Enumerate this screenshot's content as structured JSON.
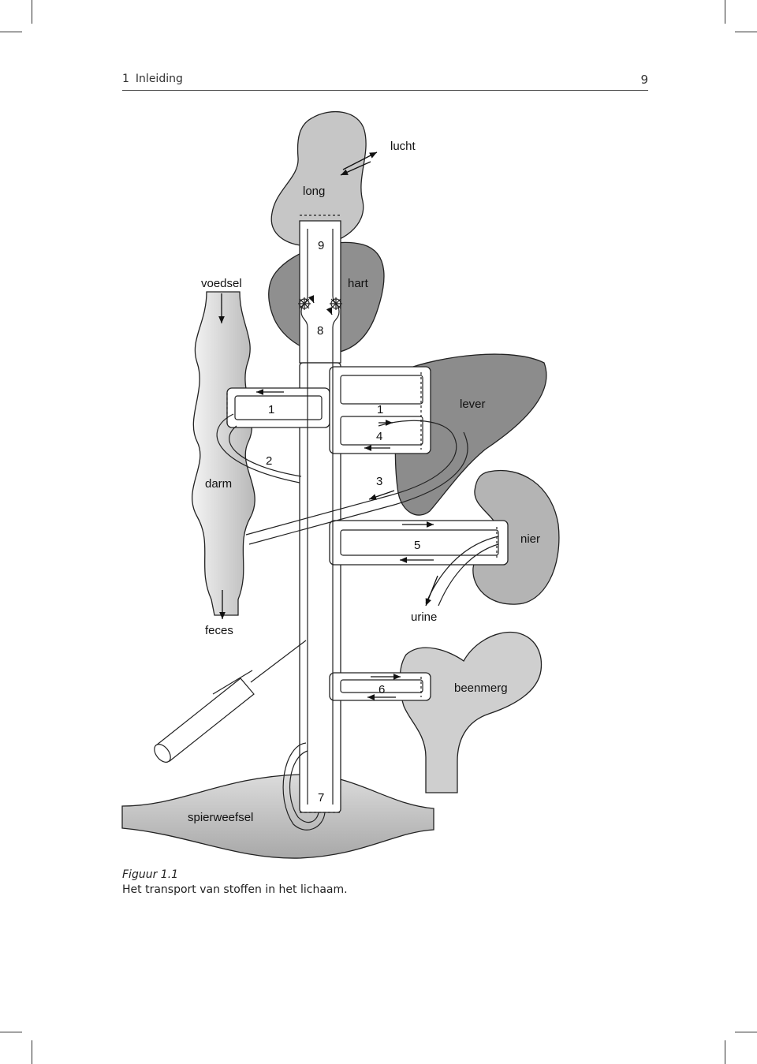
{
  "header": {
    "chapter_number": "1",
    "chapter_title": "Inleiding",
    "page_number": "9"
  },
  "figure": {
    "labels": {
      "lucht": "lucht",
      "long": "long",
      "voedsel": "voedsel",
      "hart": "hart",
      "lever": "lever",
      "darm": "darm",
      "nier": "nier",
      "feces": "feces",
      "urine": "urine",
      "beenmerg": "beenmerg",
      "spierweefsel": "spierweefsel"
    },
    "numbers": {
      "n9": "9",
      "n8": "8",
      "n1_left": "1",
      "n1_right": "1",
      "n4": "4",
      "n2": "2",
      "n3": "3",
      "n5": "5",
      "n6": "6",
      "n7": "7"
    },
    "colors": {
      "dark_organ": "#8c8c8c",
      "mid_organ": "#b3b3b3",
      "light_organ": "#cfcfcf",
      "vessel_fill": "#ffffff",
      "outline": "#222222"
    }
  },
  "caption": {
    "figure_label": "Figuur 1.1",
    "text": "Het transport van stoffen in het lichaam."
  }
}
